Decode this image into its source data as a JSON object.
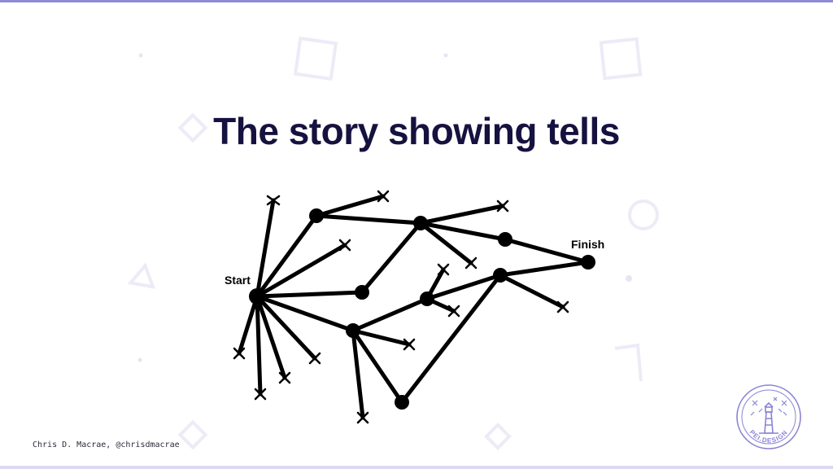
{
  "slide": {
    "title": "The story showing tells",
    "footer": "Chris D. Macrae, @chrisdmacrae",
    "logo_text": "PEI.DESIGN"
  },
  "diagram": {
    "start_label": "Start",
    "finish_label": "Finish"
  },
  "colors": {
    "title": "#16123f",
    "accent": "#8f8ad6",
    "logo": "#8a84d4",
    "background_shapes": "#ecebf7"
  }
}
